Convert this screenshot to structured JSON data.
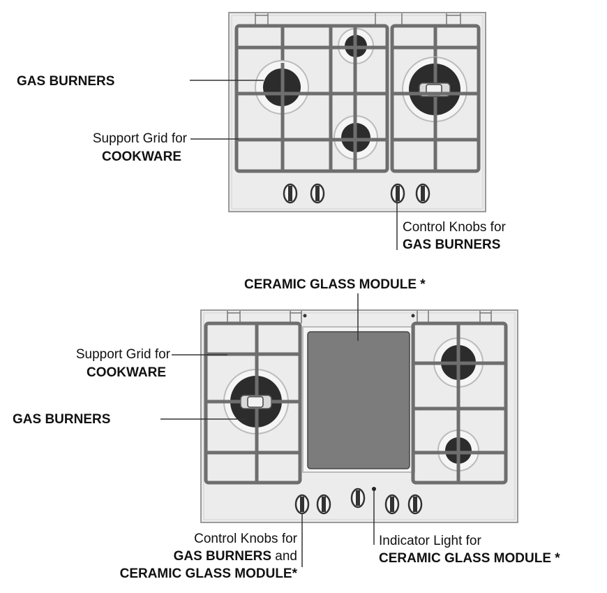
{
  "top_diagram": {
    "gas_burners_label": "GAS BURNERS",
    "support_grid_line1": "Support Grid for",
    "support_grid_line2": "COOKWARE",
    "control_knobs_line1": "Control Knobs for",
    "control_knobs_line2": "GAS BURNERS"
  },
  "bottom_diagram": {
    "ceramic_module_label": "CERAMIC GLASS MODULE *",
    "support_grid_line1": "Support Grid for",
    "support_grid_line2": "COOKWARE",
    "gas_burners_label": "GAS BURNERS",
    "control_knobs_line1": "Control Knobs for",
    "control_knobs_line2_bold": "GAS BURNERS",
    "control_knobs_line2_rest": " and",
    "control_knobs_line3": "CERAMIC GLASS MODULE*",
    "indicator_line1": "Indicator Light for",
    "indicator_line2": "CERAMIC GLASS MODULE *"
  },
  "colors": {
    "panel": "#e9e9e9",
    "grid": "#6e6e6e",
    "burner": "#2c2c2c",
    "ceramic_glass": "#7c7c7c"
  }
}
